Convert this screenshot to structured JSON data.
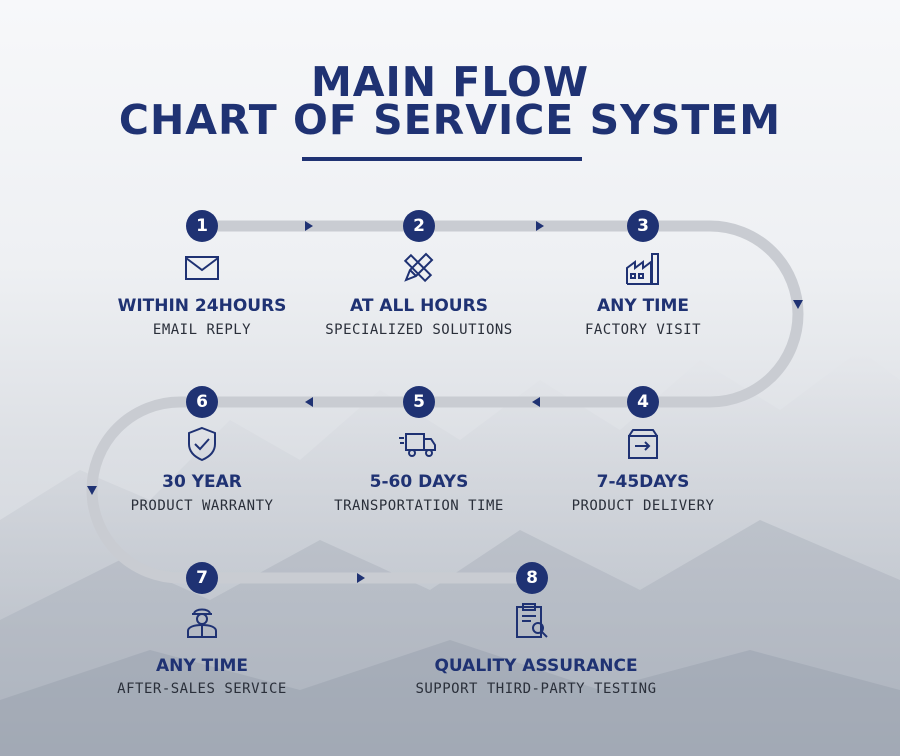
{
  "title": {
    "line1": "MAIN FLOW",
    "line2": "CHART OF SERVICE SYSTEM"
  },
  "colors": {
    "primary": "#1f3273",
    "track": "#c9ccd2",
    "subtitle": "#2a2f3a"
  },
  "steps": [
    {
      "number": "1",
      "icon": "email-icon",
      "title": "WITHIN 24HOURS",
      "subtitle": "EMAIL REPLY"
    },
    {
      "number": "2",
      "icon": "pencil-ruler-icon",
      "title": "AT ALL HOURS",
      "subtitle": "SPECIALIZED SOLUTIONS"
    },
    {
      "number": "3",
      "icon": "factory-icon",
      "title": "ANY TIME",
      "subtitle": "FACTORY VISIT"
    },
    {
      "number": "4",
      "icon": "delivery-box-icon",
      "title": "7-45DAYS",
      "subtitle": "PRODUCT DELIVERY"
    },
    {
      "number": "5",
      "icon": "truck-icon",
      "title": "5-60 DAYS",
      "subtitle": "TRANSPORTATION TIME"
    },
    {
      "number": "6",
      "icon": "shield-check-icon",
      "title": "30 YEAR",
      "subtitle": "PRODUCT WARRANTY"
    },
    {
      "number": "7",
      "icon": "worker-icon",
      "title": "ANY TIME",
      "subtitle": "AFTER-SALES SERVICE"
    },
    {
      "number": "8",
      "icon": "clipboard-search-icon",
      "title": "QUALITY ASSURANCE",
      "subtitle": "SUPPORT THIRD-PARTY TESTING"
    }
  ]
}
